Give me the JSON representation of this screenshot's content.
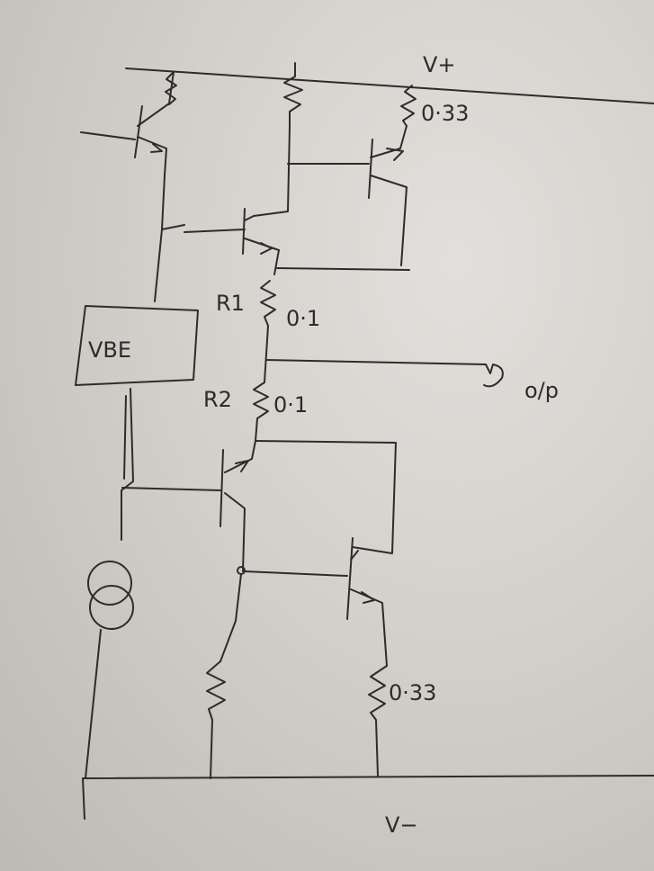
{
  "labels": {
    "v_plus": "V+",
    "v_minus": "V−",
    "vbe": "VBE",
    "r1": "R1",
    "r1_value": "0·1",
    "r2": "R2",
    "r2_value": "0·1",
    "top_emitter_resistor": "0·33",
    "bottom_emitter_resistor": "0·33",
    "output": "o/p"
  },
  "colors": {
    "ink": "#2d2c2a",
    "paper": "#dcdad6"
  }
}
